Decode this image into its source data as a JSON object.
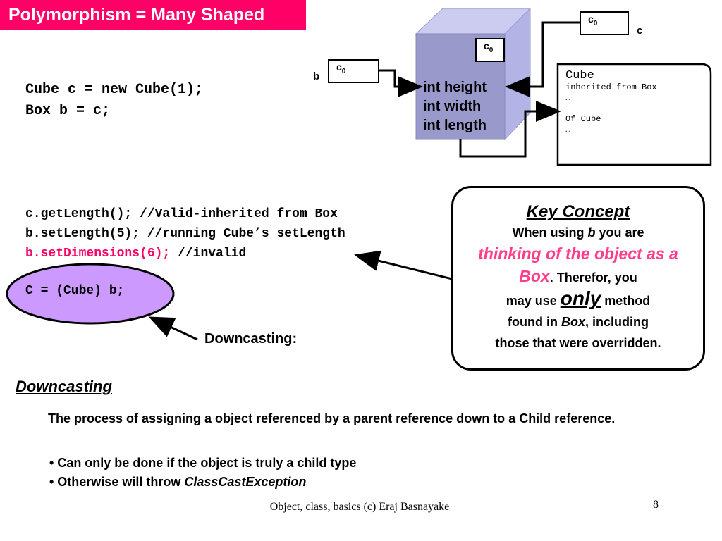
{
  "slide": {
    "title": "Polymorphism = Many Shaped",
    "page_number": "8",
    "footer": "Object, class, basics (c) Eraj Basnayake"
  },
  "diagram": {
    "ref_label": "c",
    "ref_sub": "0",
    "var_c": "c",
    "var_b": "b",
    "fields": [
      "int height",
      "int width",
      "int length"
    ],
    "cube_desc": {
      "title": "Cube",
      "lines": [
        "inherited from Box",
        "…",
        "",
        "Of Cube",
        "…"
      ]
    },
    "colors": {
      "box_front": "#9999cc",
      "box_side": "#b3b3e6",
      "box_top": "#ccccf0",
      "accent": "#ff0066",
      "oval": "#cc99ff"
    }
  },
  "code": {
    "block1": [
      "Cube c = new Cube(1);",
      "Box b = c;"
    ],
    "line1": "c.getLength();  //Valid-inherited from Box",
    "line2": "b.setLength(5); //running Cube’s setLength",
    "line3_code": "b.setDimensions(6);",
    "line3_comment": " //invalid",
    "cast": "C = (Cube) b;",
    "downcasting_label": "Downcasting:"
  },
  "key_concept": {
    "title": "Key Concept",
    "t1": "When using ",
    "t1_var": "b",
    "t1_end": " you are",
    "pink": "thinking of the object as a Box",
    "t2": ". Therefor, you",
    "t3": "may use ",
    "only": "only",
    "t3_end": " method",
    "t4": "found in ",
    "t4_italic": "Box",
    "t4_end": ", including",
    "t5": "those that were overridden."
  },
  "section": {
    "heading": "Downcasting",
    "paragraph": "The process of assigning a object referenced by a parent reference down to a Child reference.",
    "bullet1": "• Can only be done if the object is truly a child type",
    "bullet2_pre": "• Otherwise will throw ",
    "bullet2_italic": "ClassCastException"
  }
}
